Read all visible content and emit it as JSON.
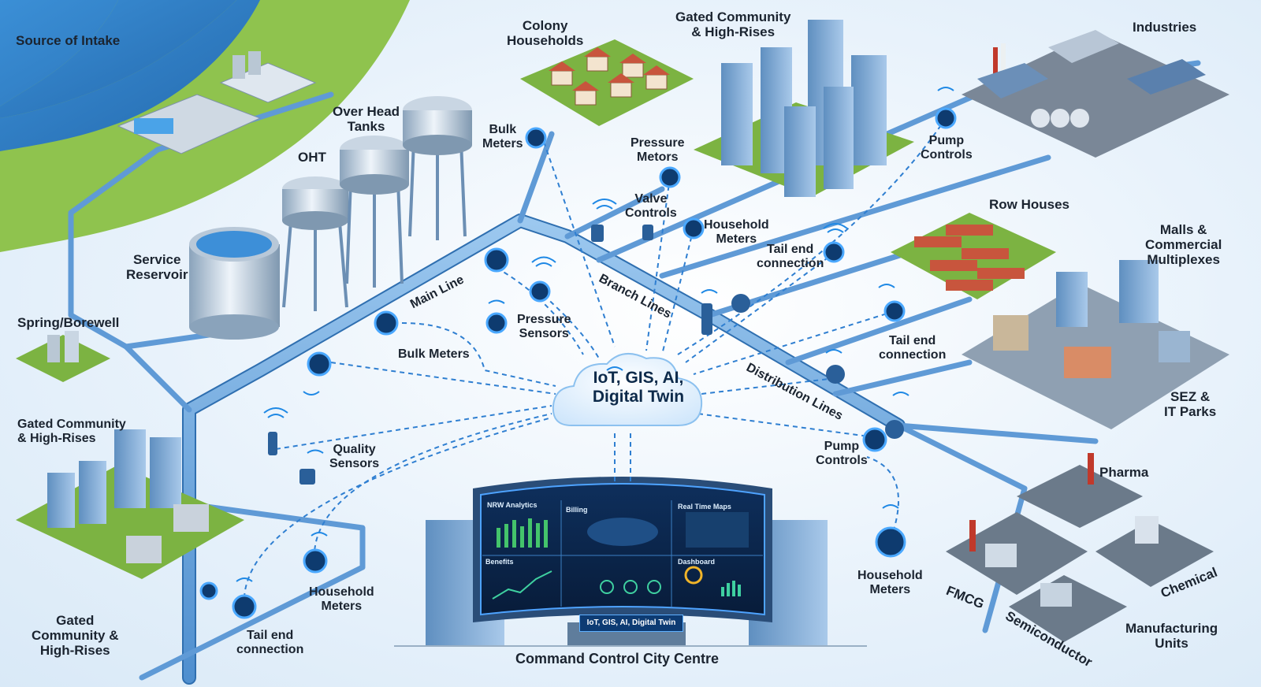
{
  "zones": {
    "source_intake": "Source of Intake",
    "colony_households": "Colony\nHouseholds",
    "gated_top": "Gated Community\n& High-Rises",
    "industries": "Industries",
    "over_head_tanks": "Over Head\nTanks",
    "oht": "OHT",
    "service_reservoir": "Service\nReservoir",
    "spring_borewell": "Spring/Borewell",
    "gated_left": "Gated Community\n& High-Rises",
    "gated_bottom": "Gated\nCommunity &\nHigh-Rises",
    "row_houses": "Row Houses",
    "malls": "Malls &\nCommercial\nMultiplexes",
    "sez": "SEZ &\nIT Parks",
    "pharma": "Pharma",
    "fmcg": "FMCG",
    "chemical": "Chemical",
    "semiconductor": "Semiconductor",
    "manufacturing": "Manufacturing\nUnits"
  },
  "components": {
    "bulk_meters_top": "Bulk\nMeters",
    "pressure_metors": "Pressure\nMetors",
    "valve_controls": "Valve\nControls",
    "household_meters_top": "Household\nMeters",
    "pump_controls_top": "Pump\nControls",
    "tail_end_top": "Tail end\nconnection",
    "tail_end_right": "Tail end\nconnection",
    "main_line": "Main Line",
    "branch_lines": "Branch Lines",
    "distribution_lines": "Distribution Lines",
    "bulk_meters_mid": "Bulk Meters",
    "pressure_sensors": "Pressure\nSensors",
    "quality_sensors": "Quality\nSensors",
    "pump_controls_mid": "Pump\nControls",
    "household_meters_right": "Household\nMeters",
    "household_meters_bottom": "Household\nMeters",
    "tail_end_bottom": "Tail end\nconnection"
  },
  "hub": {
    "cloud_label": "IoT, GIS, AI,\nDigital Twin",
    "command_centre": "Command Control City Centre",
    "screen_banner": "IoT, GIS, AI, Digital Twin"
  },
  "dashboard": {
    "nrw": "NRW Analytics",
    "billing": "Billing",
    "maps": "Real Time Maps",
    "benefits": "Benefits",
    "dashboard": "Dashboard"
  },
  "colors": {
    "pipe": "#6aa6dc",
    "pipe_dark": "#2f6fb0",
    "water": "#2f7fc8",
    "grass": "#8bc34a",
    "signal": "#1e88e5",
    "screen": "#0b2447"
  }
}
